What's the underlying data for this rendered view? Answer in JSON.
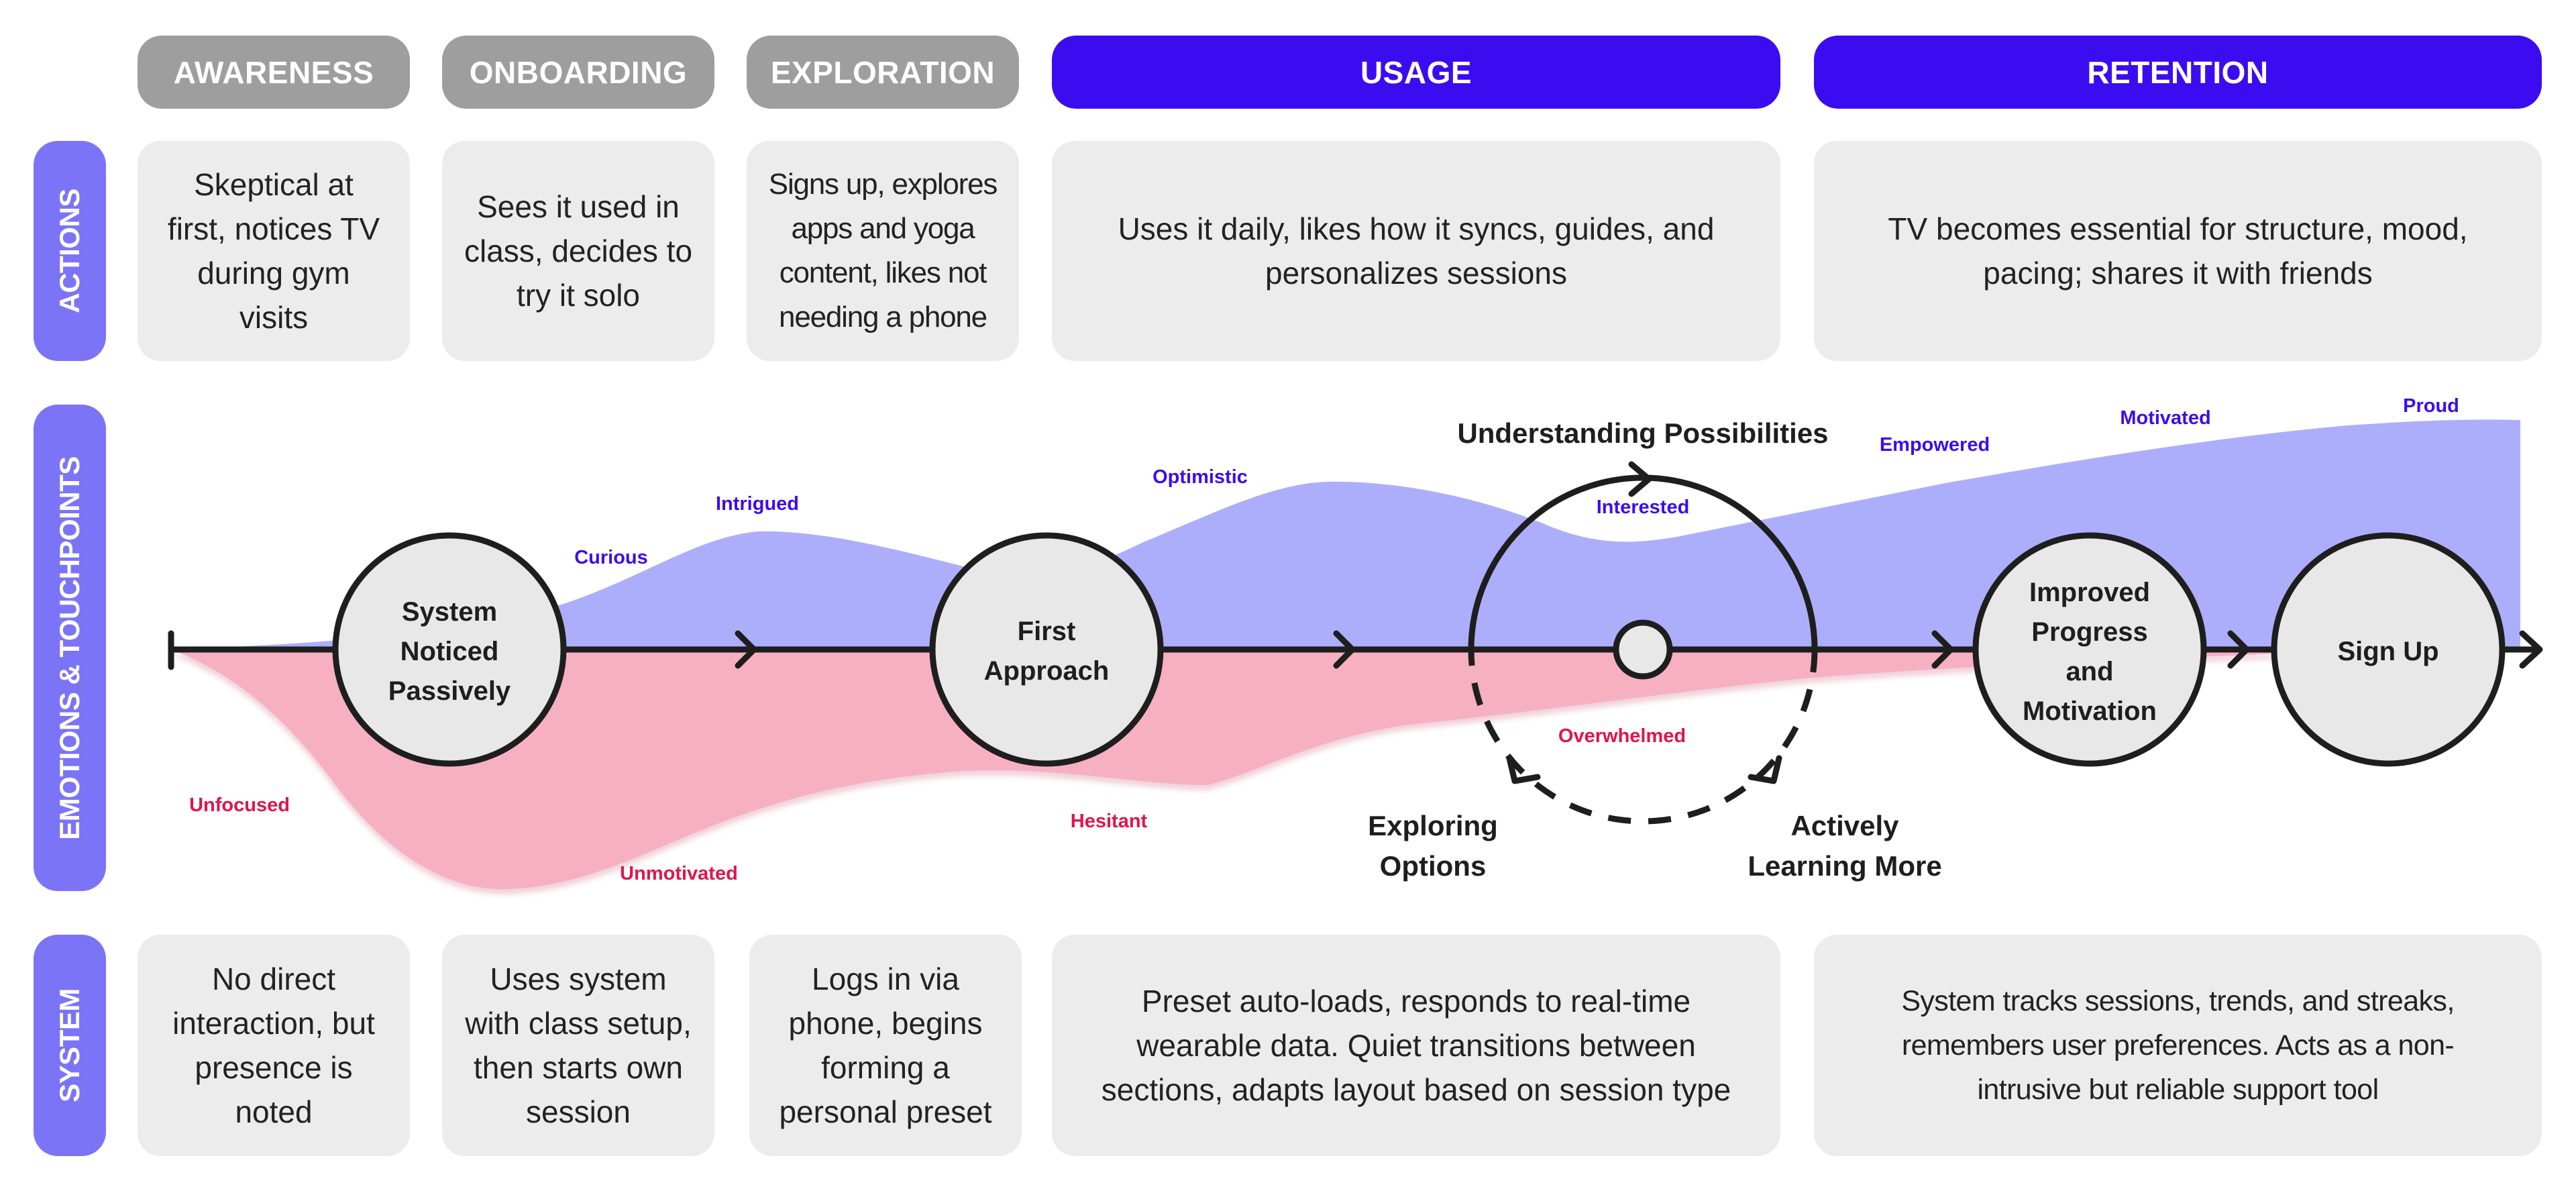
{
  "phases": [
    {
      "label": "AWARENESS",
      "color": "#9e9e9e"
    },
    {
      "label": "ONBOARDING",
      "color": "#9e9e9e"
    },
    {
      "label": "EXPLORATION",
      "color": "#9e9e9e"
    },
    {
      "label": "USAGE",
      "color": "#3c0cf0"
    },
    {
      "label": "RETENTION",
      "color": "#3c0cf0"
    }
  ],
  "rows": {
    "actions": "ACTIONS",
    "emotions": "EMOTIONS & TOUCHPOINTS",
    "system": "SYSTEM"
  },
  "actions": [
    [
      "Skeptical at",
      "first, notices TV",
      "during gym",
      "visits"
    ],
    [
      "Sees it used in",
      "class, decides to",
      "try it solo"
    ],
    [
      "Signs up, explores",
      "apps and yoga",
      "content, likes not",
      "needing a phone"
    ],
    [
      "Uses it daily, likes how it syncs, guides, and",
      "personalizes sessions"
    ],
    [
      "TV becomes essential for structure, mood,",
      "pacing; shares it with friends"
    ]
  ],
  "system": [
    [
      "No direct",
      "interaction, but",
      "presence is",
      "noted"
    ],
    [
      "Uses system",
      "with class setup,",
      "then starts own",
      "session"
    ],
    [
      "Logs in via",
      "phone, begins",
      "forming a",
      "personal preset"
    ],
    [
      "Preset auto-loads, responds to real-time",
      "wearable data. Quiet transitions between",
      "sections, adapts layout based on session type"
    ],
    [
      "System tracks sessions, trends, and streaks,",
      "remembers user preferences. Acts as a non-",
      "intrusive but reliable support tool"
    ]
  ],
  "touchpoints": [
    [
      "System",
      "Noticed",
      "Passively"
    ],
    [
      "First",
      "Approach"
    ],
    [
      "Improved",
      "Progress",
      "and",
      "Motivation"
    ],
    [
      "Sign Up"
    ]
  ],
  "loop_labels": {
    "top": "Understanding Possibilities",
    "left": [
      "Exploring",
      "Options"
    ],
    "right": [
      "Actively",
      "Learning More"
    ]
  },
  "emotions": {
    "positive": [
      "Curious",
      "Intrigued",
      "Optimistic",
      "Interested",
      "Empowered",
      "Motivated",
      "Proud"
    ],
    "negative": [
      "Unfocused",
      "Unmotivated",
      "Hesitant",
      "Overwhelmed"
    ]
  },
  "colors": {
    "accent": "#3c0cf0",
    "positive_area": "#adaefb",
    "negative_area": "#f7b0c2",
    "negative_text": "#e0144c",
    "row_label": "#7b74f7",
    "cell_bg": "#ececec"
  }
}
